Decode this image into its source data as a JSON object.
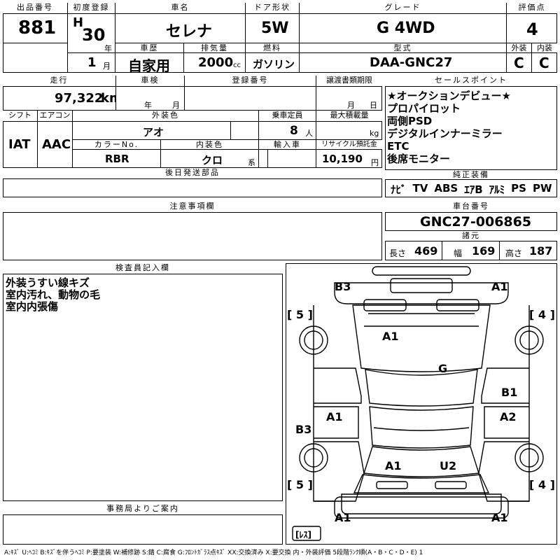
{
  "header": {
    "lot_no_label": "出品番号",
    "lot_no": "881",
    "first_reg_label": "初度登録",
    "era": "H",
    "year_num": "30",
    "year_unit": "年",
    "month_num": "1",
    "month_unit": "月",
    "car_name_label": "車名",
    "car_name": "セレナ",
    "door_label": "ドア形状",
    "door": "5W",
    "grade_label": "グレード",
    "grade": "G 4WD",
    "score_label": "評価点",
    "score": "4",
    "history_label": "車歴",
    "history": "自家用",
    "displacement_label": "排気量",
    "displacement": "2000",
    "displacement_unit": "cc",
    "fuel_label": "燃料",
    "fuel": "ガソリン",
    "model_label": "型式",
    "model": "DAA-GNC27",
    "ext_label": "外装",
    "ext": "C",
    "int_label": "内装",
    "int": "C"
  },
  "row2": {
    "mileage_label": "走行",
    "mileage": "97,322",
    "mileage_unit": "km",
    "inspection_label": "車検",
    "insp_year": "年",
    "insp_month": "月",
    "reg_no_label": "登録番号",
    "transfer_label": "譲渡書類期限",
    "transfer_month": "月",
    "transfer_day": "日",
    "shift_label": "シフト",
    "shift": "IAT",
    "ac_label": "エアコン",
    "ac": "AAC",
    "color_label": "外装色",
    "color": "アオ",
    "capacity_label": "乗車定員",
    "capacity": "8",
    "capacity_unit": "人",
    "load_label": "最大積載量",
    "load_unit": "kg",
    "color_no_label": "カラーNo.",
    "color_no": "RBR",
    "int_color_label": "内装色",
    "int_color": "クロ",
    "int_color_unit": "系",
    "import_label": "輸入車",
    "recycle_label": "リサイクル預託金",
    "recycle": "10,190",
    "recycle_unit": "円",
    "later_parts_label": "後日発送部品"
  },
  "sales_points": {
    "label": "セールスポイント",
    "items": [
      "★オークションデビュー★",
      "プロパイロット",
      "両側PSD",
      "デジタルインナーミラー",
      "ETC",
      "後席モニター"
    ]
  },
  "equipment": {
    "label": "純正装備",
    "items": [
      "ﾅﾋﾞ",
      "TV",
      "ABS",
      "ｴｱB",
      "ｱﾙﾐ",
      "PS",
      "PW"
    ]
  },
  "caution": {
    "label": "注意事項欄"
  },
  "chassis": {
    "label": "車台番号",
    "number": "GNC27-006865"
  },
  "dimensions": {
    "label": "諸元",
    "length_label": "長さ",
    "length": "469",
    "width_label": "幅",
    "width": "169",
    "height_label": "高さ",
    "height": "187"
  },
  "inspector": {
    "label": "検査員記入欄",
    "notes": [
      "外装うすい線キズ",
      "室内汚れ、動物の毛",
      "室内内張傷"
    ]
  },
  "office": {
    "label": "事務局よりご案内"
  },
  "diagram": {
    "marks": {
      "b3_top": "B3",
      "a1_top_right": "A1",
      "tire_fl": "[ 5 ]",
      "tire_fr": "[ 4 ]",
      "a1_hood": "A1",
      "g_windshield": "G",
      "b1_right": "B1",
      "a1_left_door": "A1",
      "a2_right_door": "A2",
      "b3_left": "B3",
      "a1_rear": "A1",
      "u2_rear": "U2",
      "tire_rl": "[ 5 ]",
      "tire_rr": "[ 4 ]",
      "a1_bottom_left": "A1",
      "a1_bottom_right": "A1",
      "spare": "[ﾚｽ]"
    }
  },
  "legend": "A:ｷｽﾞ U:ﾍｺﾐ B:ｷｽﾞを伴うﾍｺﾐ P:要塗装 W:補修跡 S:錆 C:腐食 G:ﾌﾛﾝﾄｶﾞﾗｽ点ｷｽﾞ XX:交換済み X:要交換 内・外装評価 5段階ﾗﾝｸ順(A・B・C・D・E) 1"
}
